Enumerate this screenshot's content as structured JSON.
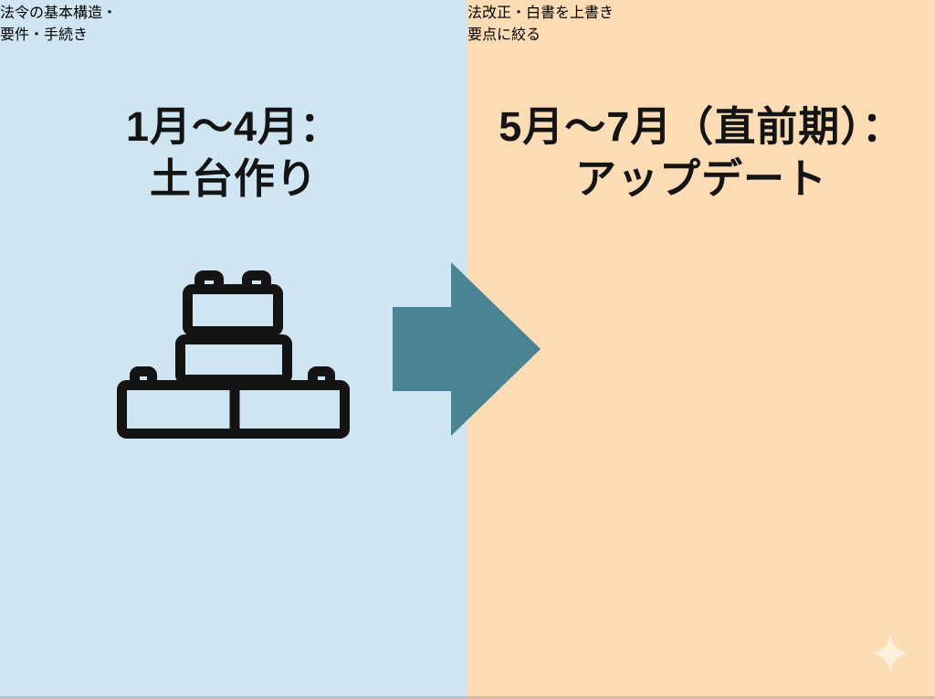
{
  "colors": {
    "left_background": "#cfe5f1",
    "right_background": "#fbdcb4",
    "text": "#141414",
    "arrow": "#4a8492",
    "sparkle": "#fdf0dc"
  },
  "left_panel": {
    "title_line1": "1月〜4月：",
    "title_line2": "土台作り",
    "icon": "building-blocks-icon",
    "caption_line1": "法令の基本構造・",
    "caption_line2": "要件・手続き"
  },
  "right_panel": {
    "title_line1": "5月〜7月（直前期）：",
    "title_line2": "アップデート",
    "icon": "sync-arrows-icon",
    "caption_line1": "法改正・白書を上書き",
    "caption_line2": "要点に絞る"
  },
  "divider_arrow": {
    "icon": "right-arrow-icon",
    "direction": "right"
  },
  "decoration": {
    "icon": "sparkle-icon"
  }
}
